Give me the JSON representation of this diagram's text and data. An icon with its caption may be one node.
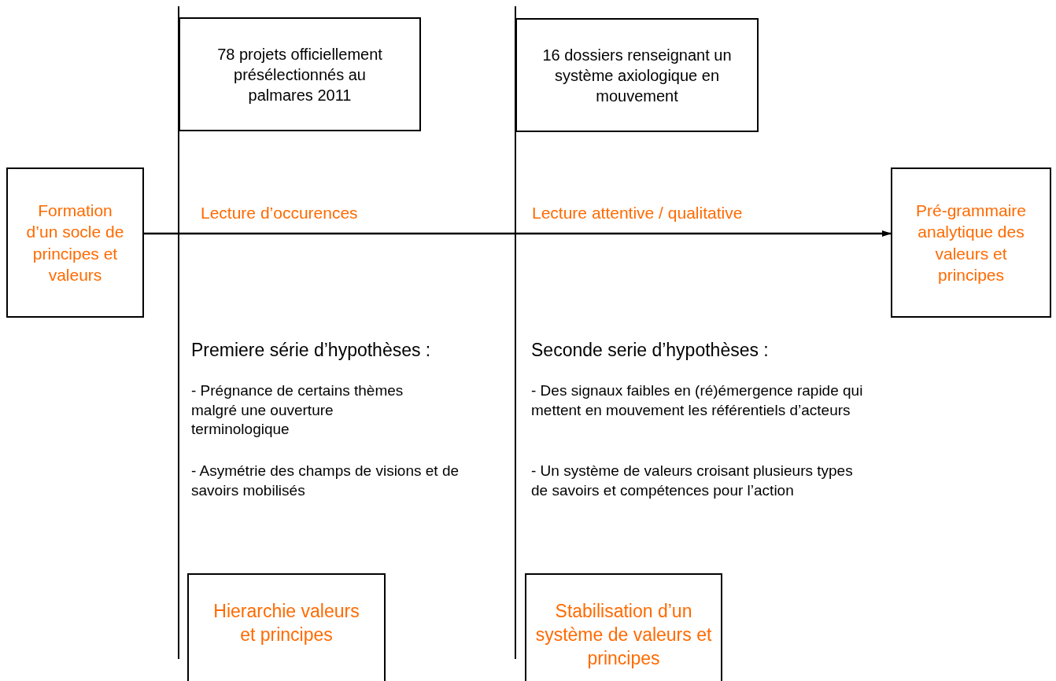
{
  "diagram": {
    "nodes": [
      {
        "text": [
          "Formation d’un socle de principes et valeurs"
        ]
      },
      {
        "text": [
          "78 projets officiellement présélectionnés au palmares 2011"
        ]
      },
      {
        "text": [
          "16 dossiers renseignant un système axiologique en mouvement"
        ]
      },
      {
        "text": [
          "Pré-grammaire analytique des valeurs et principes"
        ]
      },
      {
        "text": [
          "Hierarchie valeurs et principes"
        ]
      },
      {
        "text": [
          "Stabilisation d’un système de valeurs et principes"
        ]
      }
    ],
    "edges": [
      {
        "from": 0,
        "to": 3,
        "arrow": "to"
      }
    ],
    "labels": [
      "Lecture d’occurences",
      "Lecture attentive / qualitative",
      "Premiere série d’hypothèses :",
      "- Prégnance de certains thèmes malgré une ouverture terminologique",
      "- Asymétrie des champs de visions et de savoirs mobilisés",
      "Seconde serie d’hypothèses :",
      "- Des signaux faibles en (ré)émergence rapide qui mettent en mouvement les référentiels d’acteurs",
      "- Un système de valeurs croisant plusieurs types de savoirs et compétences pour l’action"
    ]
  }
}
